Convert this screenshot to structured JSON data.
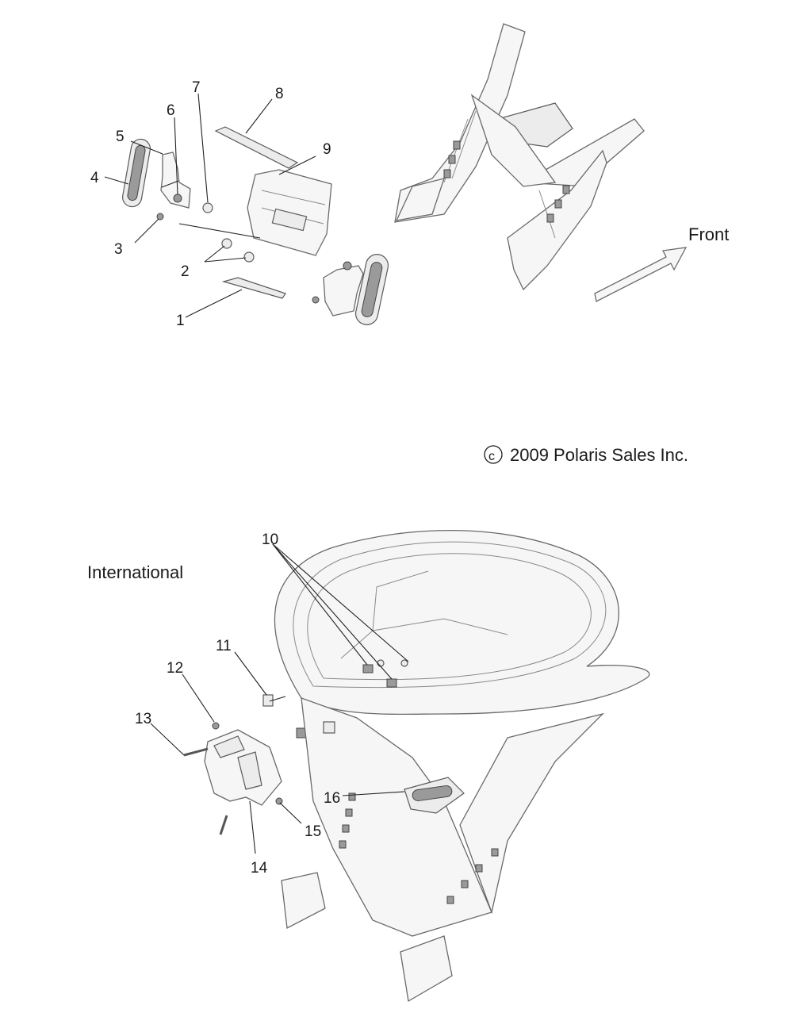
{
  "callouts": [
    "1",
    "2",
    "3",
    "4",
    "5",
    "6",
    "7",
    "8",
    "9",
    "10",
    "11",
    "12",
    "13",
    "14",
    "15",
    "16"
  ],
  "front_label": "Front",
  "copyright_symbol": "c",
  "copyright_text": "2009 Polaris Sales Inc.",
  "section_label": "International"
}
